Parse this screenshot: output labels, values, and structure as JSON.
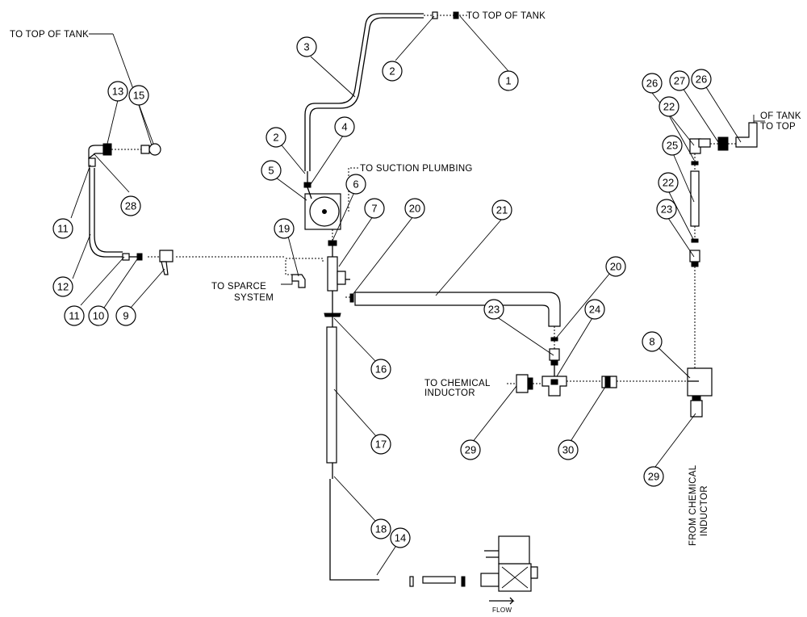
{
  "notes": {
    "top_of_tank_1": "TO TOP OF TANK",
    "top_of_tank_2": "TO TOP OF TANK",
    "suction_plumbing": "TO SUCTION PLUMBING",
    "sparce_line1": "TO SPARCE",
    "sparce_line2": "SYSTEM",
    "chem_inductor_line1": "TO CHEMICAL",
    "chem_inductor_line2": "INDUCTOR",
    "from_chem_line1": "FROM CHEMICAL",
    "from_chem_line2": "INDUCTOR",
    "of_tank": "OF TANK",
    "to_top": "TO TOP",
    "flow": "FLOW"
  },
  "callouts": {
    "c1": "1",
    "c2a": "2",
    "c2b": "2",
    "c3": "3",
    "c4": "4",
    "c5": "5",
    "c6": "6",
    "c7": "7",
    "c8": "8",
    "c9": "9",
    "c10": "10",
    "c11a": "11",
    "c11b": "11",
    "c12": "12",
    "c13": "13",
    "c14": "14",
    "c15": "15",
    "c16": "16",
    "c17": "17",
    "c18": "18",
    "c19": "19",
    "c20a": "20",
    "c20b": "20",
    "c21": "21",
    "c22a": "22",
    "c22b": "22",
    "c23a": "23",
    "c23b": "23",
    "c24": "24",
    "c25": "25",
    "c26a": "26",
    "c26b": "26",
    "c27": "27",
    "c28": "28",
    "c29a": "29",
    "c29b": "29",
    "c30": "30"
  }
}
